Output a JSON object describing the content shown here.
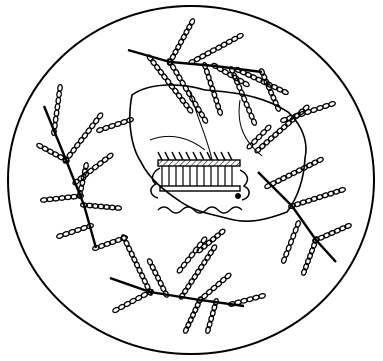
{
  "figure": {
    "kind": "schematic-illustration",
    "background_color": "#ffffff",
    "ink_color": "#000000",
    "components": [
      "outer-circle",
      "central-particle",
      "upper-branched-chain",
      "left-branched-chain",
      "right-branched-chain",
      "lower-branched-chain",
      "central-clip-structure"
    ]
  }
}
